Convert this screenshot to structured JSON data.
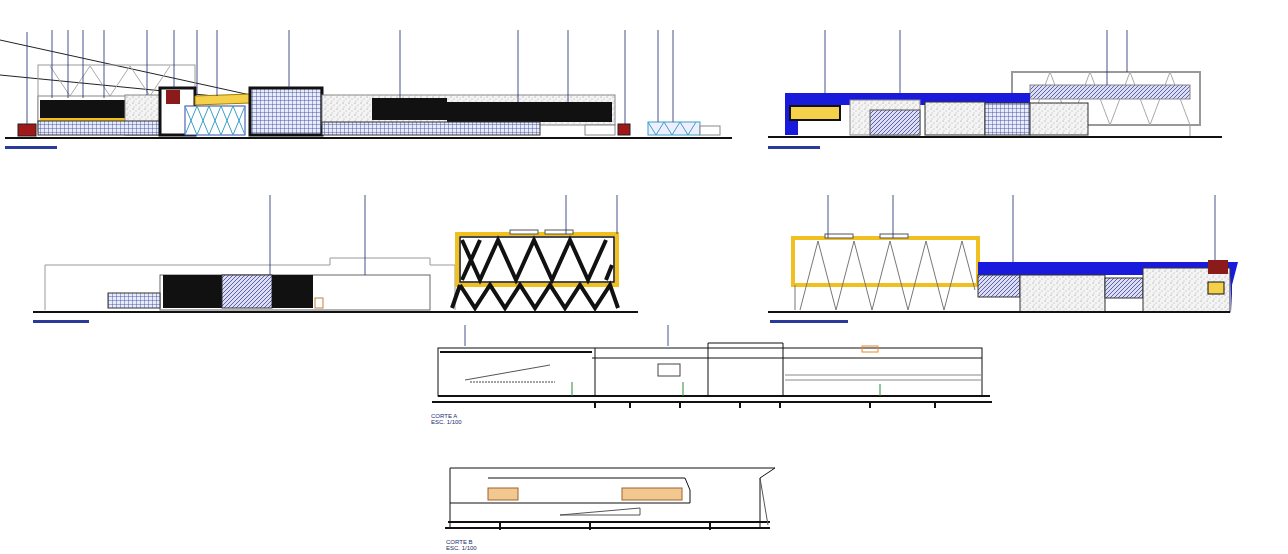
{
  "diagram": {
    "labels": [
      "CORTE A",
      "ESC. 1/100",
      "CORTE B",
      "ESC. 1/100"
    ]
  }
}
